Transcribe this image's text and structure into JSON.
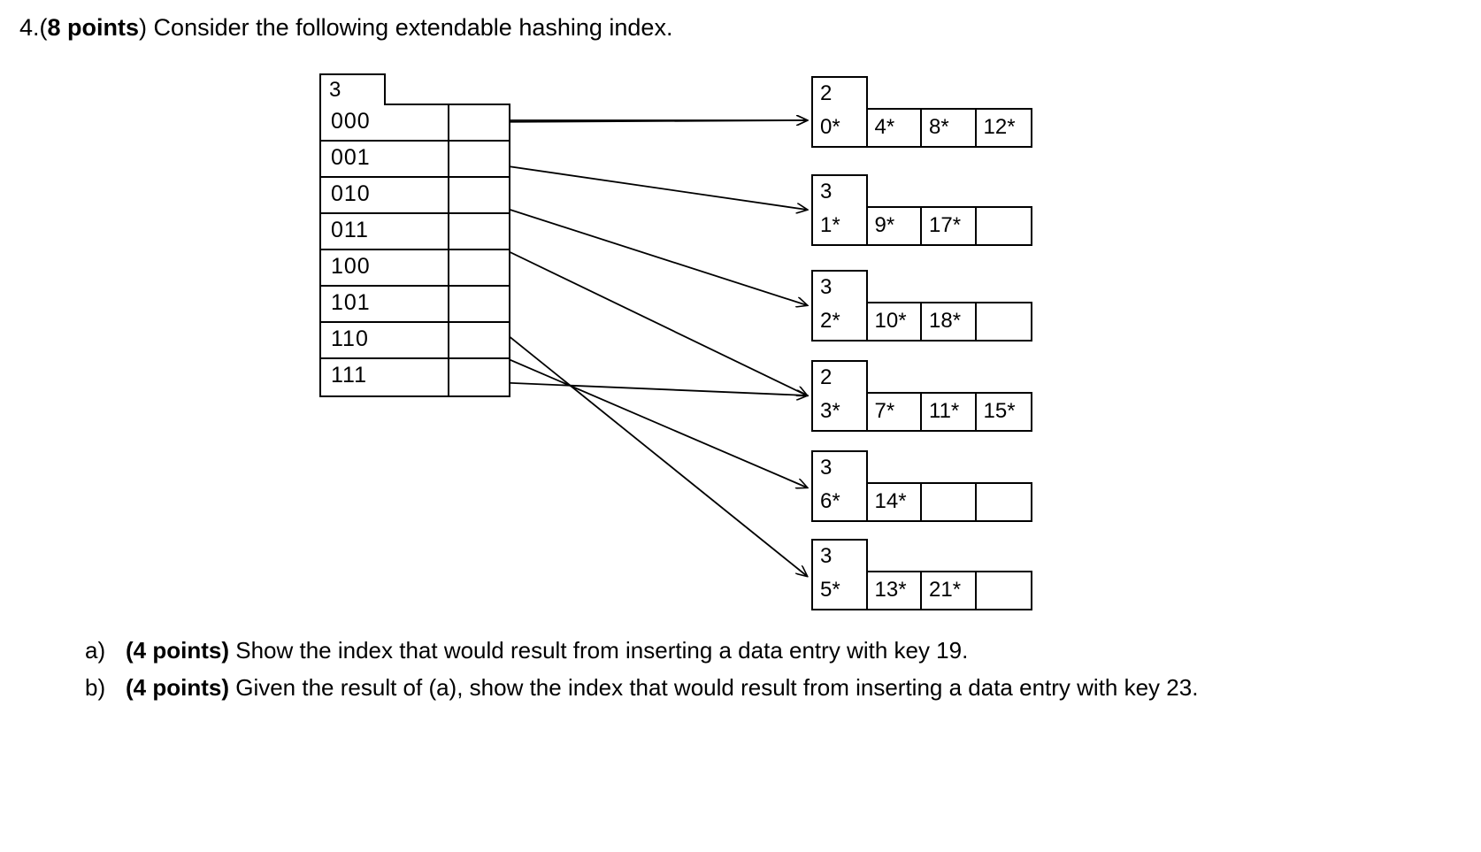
{
  "question": {
    "number": "4.",
    "points_label": "8 points",
    "prefix_open": "(",
    "prefix_close": ")",
    "text": " Consider the following extendable hashing index."
  },
  "diagram": {
    "directory": {
      "global_depth": "3",
      "entries": [
        {
          "label": "000",
          "target_bucket": 0
        },
        {
          "label": "001",
          "target_bucket": 1
        },
        {
          "label": "010",
          "target_bucket": 2
        },
        {
          "label": "011",
          "target_bucket": 3
        },
        {
          "label": "100",
          "target_bucket": 0
        },
        {
          "label": "101",
          "target_bucket": 5
        },
        {
          "label": "110",
          "target_bucket": 4
        },
        {
          "label": "111",
          "target_bucket": 3
        }
      ]
    },
    "buckets": [
      {
        "local_depth": "2",
        "cells": [
          "0*",
          "4*",
          "8*",
          "12*"
        ]
      },
      {
        "local_depth": "3",
        "cells": [
          "1*",
          "9*",
          "17*",
          ""
        ]
      },
      {
        "local_depth": "3",
        "cells": [
          "2*",
          "10*",
          "18*",
          ""
        ]
      },
      {
        "local_depth": "2",
        "cells": [
          "3*",
          "7*",
          "11*",
          "15*"
        ]
      },
      {
        "local_depth": "3",
        "cells": [
          "6*",
          "14*",
          "",
          ""
        ]
      },
      {
        "local_depth": "3",
        "cells": [
          "5*",
          "13*",
          "21*",
          ""
        ]
      }
    ]
  },
  "answers": [
    {
      "marker": "a)",
      "points_label": "(4 points)",
      "text": " Show the index that would result from inserting a data entry with key 19."
    },
    {
      "marker": "b)",
      "points_label": "(4 points)",
      "text": " Given the result of (a), show the index that would result from inserting a data entry with key 23."
    }
  ]
}
